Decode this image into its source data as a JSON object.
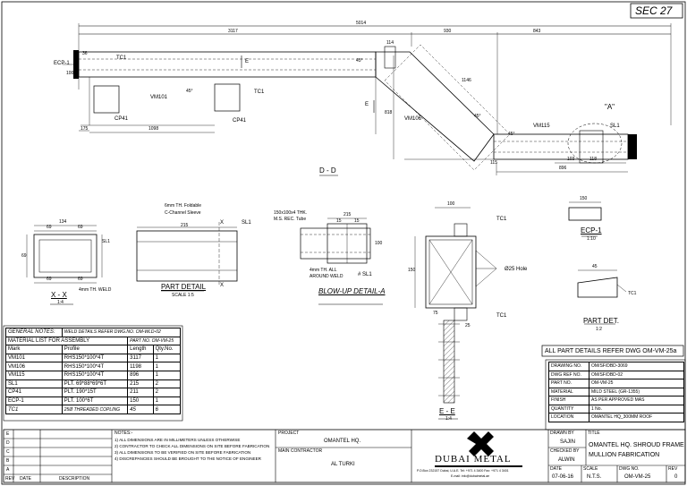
{
  "sheet_ref": "SEC 27",
  "main_view": {
    "title": "D - D",
    "dims": [
      "5014",
      "3117",
      "930",
      "843",
      "175",
      "1098",
      "818",
      "1146",
      "896",
      "103",
      "118",
      "115",
      "114",
      "100",
      "36"
    ],
    "labels": [
      "ECP-1",
      "TC1",
      "TC1",
      "E",
      "E",
      "VM101",
      "CP41",
      "CP41",
      "VM106",
      "VM115",
      "SL1",
      "\"A\""
    ],
    "angles": [
      "45°",
      "45°",
      "45°",
      "45°"
    ]
  },
  "section_xx": {
    "title": "X - X",
    "scale": "1:4",
    "dims": [
      "134",
      "69",
      "69",
      "69",
      "69",
      "69"
    ],
    "labels": [
      "SL1",
      "4mm TH. WELD"
    ]
  },
  "part_detail": {
    "title": "PART DETAIL",
    "scale": "SCALE 1:5",
    "dims": [
      "215"
    ],
    "labels": [
      "6mm TH. Foldable",
      "C-Channel Sleeve",
      "SL1",
      "X",
      "X"
    ]
  },
  "blowup": {
    "title": "BLOW-UP DETAIL-A",
    "dims": [
      "215",
      "15",
      "100",
      "15"
    ],
    "labels": [
      "150x100x4 THK.",
      "M.S. REC. Tube",
      "4mm TH. ALL",
      "AROUND WELD",
      "# SL1"
    ]
  },
  "section_ee": {
    "title": "E - E",
    "scale": "1:4",
    "dims": [
      "100",
      "150",
      "75",
      "25"
    ],
    "labels": [
      "TC1",
      "TC1",
      "Ø25 Hole"
    ]
  },
  "ecp": {
    "title": "ECP-1",
    "scale": "1:10",
    "dims": [
      "150"
    ]
  },
  "part_det": {
    "title": "PART DET.",
    "scale": "1:2",
    "dims": [
      "45"
    ],
    "labels": [
      "TC1"
    ]
  },
  "general_notes": {
    "label": "GENERAL NOTES:",
    "text": "WELD DETAILS REFER DWG.NO. OM-WLD-02"
  },
  "material_list": {
    "title": "MATERIAL LIST FOR ASSEMBLY",
    "part_no": "PART NO. OM-VM-25",
    "headers": [
      "Mark",
      "Profile",
      "Length",
      "Qty.No."
    ],
    "rows": [
      [
        "VM101",
        "RHS150*100*4T",
        "3117",
        "1"
      ],
      [
        "VM106",
        "RHS150*100*4T",
        "1198",
        "1"
      ],
      [
        "VM115",
        "RHS150*100*4T",
        "896",
        "1"
      ],
      [
        "SL1",
        "PLT. 69*88*69*6T",
        "215",
        "2"
      ],
      [
        "CP41",
        "PLT. 190*15T",
        "211",
        "2"
      ],
      [
        "ECP-1",
        "PLT. 100*6T",
        "150",
        "1"
      ],
      [
        "TC1",
        "25Ø THREADED COPLING",
        "45",
        "6"
      ]
    ]
  },
  "refer_note": "ALL PART DETAILS REFER DWG OM-VM-25a",
  "info": [
    [
      "DRAWING NO.",
      "OM/SF/DBD-3069"
    ],
    [
      "DWG REF NO.",
      "OM/SF/DBD-02"
    ],
    [
      "PART NO.",
      "OM-VM-25"
    ],
    [
      "MATERIAL",
      "MILD STEEL (GR-1355)"
    ],
    [
      "FINISH",
      "AS PER APPROVED MAS"
    ],
    [
      "QUANTITY",
      "1 No."
    ],
    [
      "LOCATION",
      "OMANTEL HQ_300MM ROOF"
    ]
  ],
  "title_block": {
    "rev_letters": [
      "E",
      "D",
      "C",
      "B",
      "A"
    ],
    "rev_header": [
      "REV",
      "DATE",
      "DESCRIPTION"
    ],
    "notes_label": "NOTES:-",
    "notes": [
      "1) ALL DIMENSIONS ARE IN MILLIMETERS UNLESS OTHERWISE",
      "2) CONTRACTOR TO CHECK ALL DIMENSIONS ON SITE BEFORE FABRICATION",
      "3) ALL DIMENSIONS TO BE VERIFIED ON SITE BEFORE FABRICATION",
      "4) DISCREPANCIES SHOULD BE BROUGHT TO THE NOTICE OF ENGINEER"
    ],
    "project_label": "PROJECT",
    "project": "OMANTEL HQ.",
    "contractor_label": "MAIN CONTRACTOR",
    "contractor": "AL TURKI",
    "company": "DUBAI METAL",
    "company_sub": "P.O.Box 232157 Dubai, U.A.E. Tel: +971 4 3400 Fax: +971 4 3401",
    "company_email": "E-mail: info@dubaimetal.ae",
    "drawn_label": "DRAWN BY",
    "drawn": "SAJIN",
    "checked_label": "CHECKED BY",
    "checked": "ALWIN",
    "title_label": "TITLE",
    "title1": "OMANTEL HQ. SHROUD FRAME",
    "title2": "MULLION FABRICATION",
    "date_label": "DATE",
    "date": "07-06-16",
    "scale_label": "SCALE",
    "scale": "N.T.S.",
    "dwg_label": "DWG NO.",
    "dwg": "OM-VM-25",
    "rev_label": "REV",
    "rev": "0"
  }
}
